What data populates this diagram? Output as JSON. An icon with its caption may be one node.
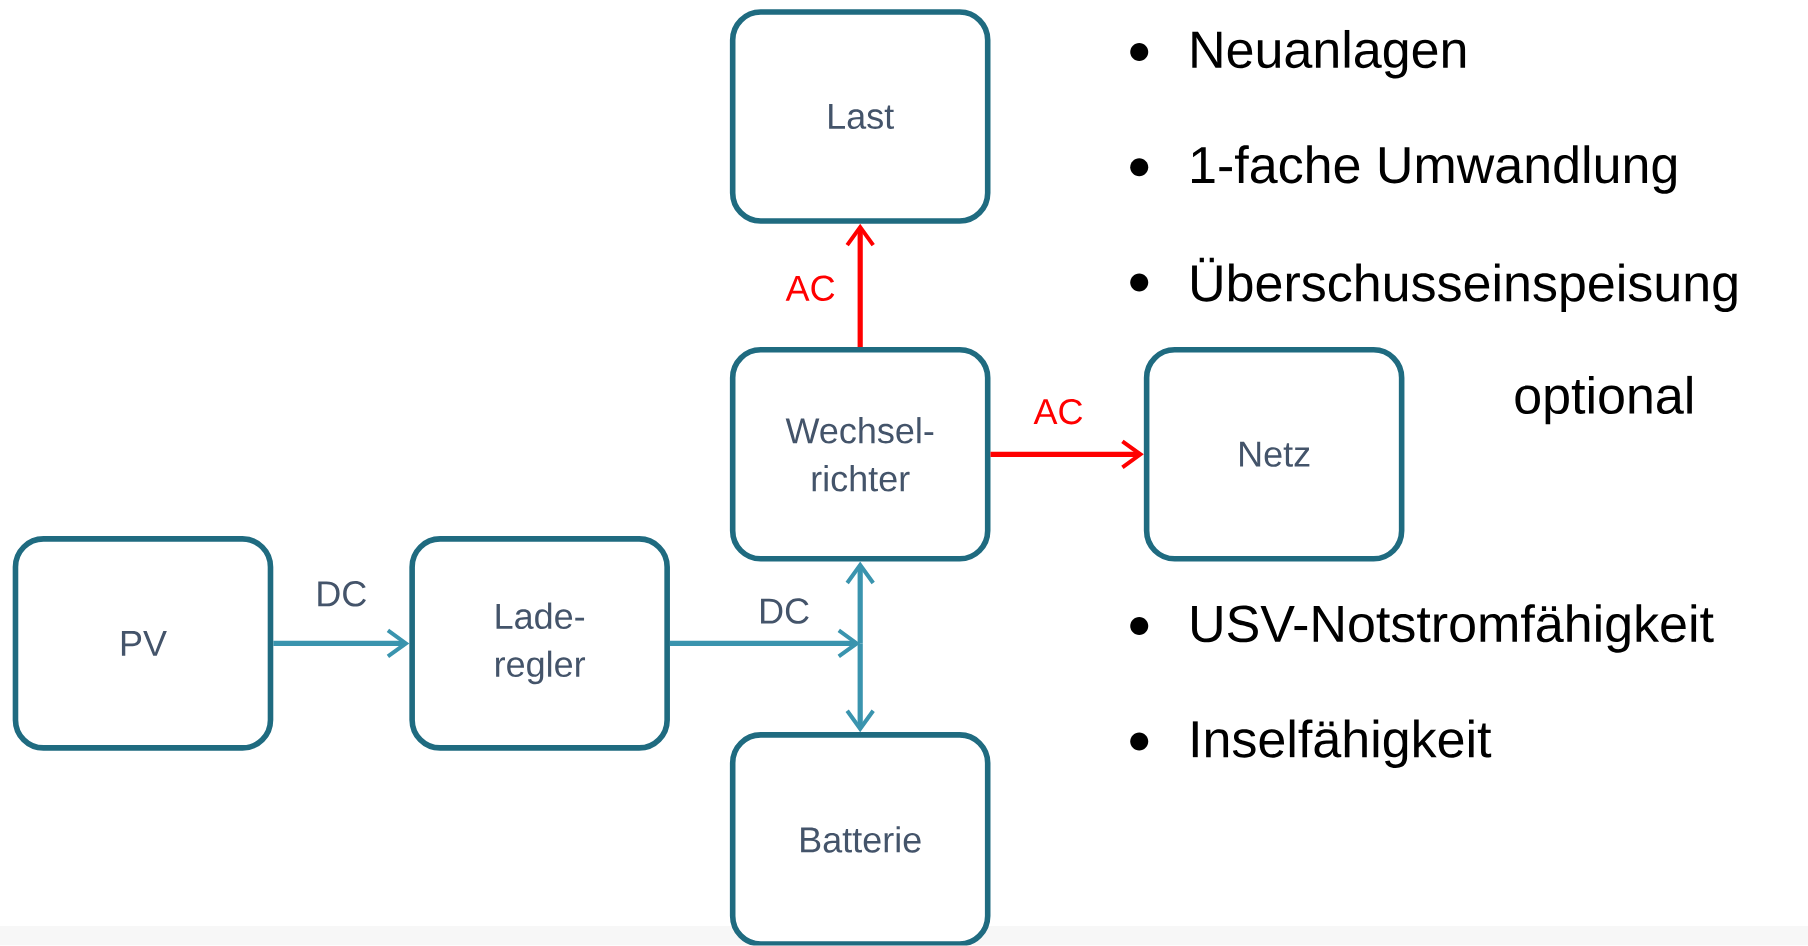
{
  "diagram": {
    "nodes": [
      {
        "text": [
          "Last"
        ]
      },
      {
        "text": [
          "Wechsel- richter"
        ]
      },
      {
        "text": [
          "Netz"
        ]
      },
      {
        "text": [
          "PV"
        ]
      },
      {
        "text": [
          "Lade- regler"
        ]
      },
      {
        "text": [
          "Batterie"
        ]
      }
    ],
    "edges": [
      {
        "from": 3,
        "to": 4,
        "arrow": "to",
        "label": "DC"
      },
      {
        "from": 4,
        "to": 1,
        "arrow": "to",
        "label": "DC"
      },
      {
        "from": 4,
        "to": 5,
        "arrow": "to"
      },
      {
        "from": 1,
        "to": 0,
        "arrow": "to",
        "label": "AC",
        "color": "#ff0000"
      },
      {
        "from": 1,
        "to": 2,
        "arrow": "to",
        "label": "AC",
        "color": "#ff0000"
      }
    ],
    "labels": [
      "Neuanlagen",
      "1-fache Umwandlung",
      "Überschusseinspeisung",
      "optional",
      "USV-Notstromfähigkeit",
      "Inselfähigkeit"
    ]
  }
}
